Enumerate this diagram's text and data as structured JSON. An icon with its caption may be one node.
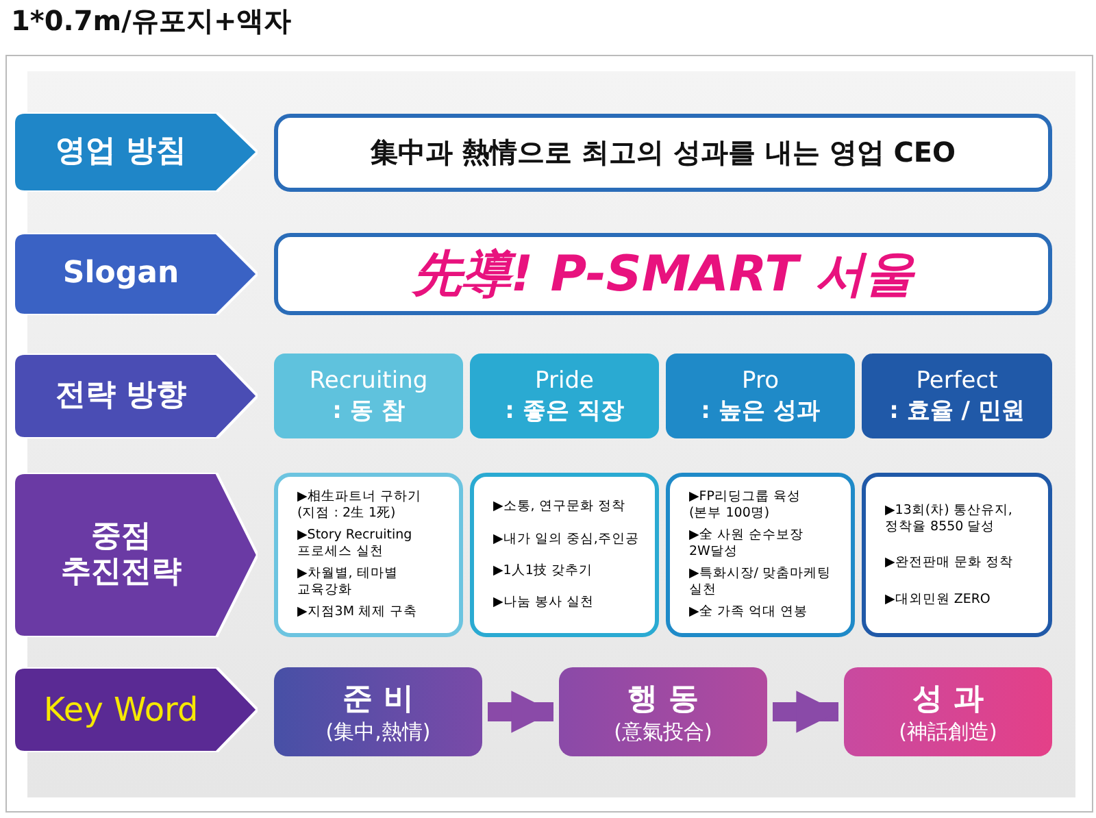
{
  "diagram": {
    "title": "1*0.7m/유포지+액자",
    "nodes": [
      {
        "text": [
          "영업 방침"
        ]
      },
      {
        "text": [
          "集中과 熱情으로 최고의 성과를 내는 영업 CEO"
        ]
      },
      {
        "text": [
          "Slogan"
        ]
      },
      {
        "text": [
          "先導! P-SMART 서울"
        ]
      },
      {
        "text": [
          "전략 방향"
        ]
      },
      {
        "text": [
          "Recruiting",
          ": 동 참"
        ]
      },
      {
        "text": [
          "Pride",
          ": 좋은 직장"
        ]
      },
      {
        "text": [
          "Pro",
          ": 높은 성과"
        ]
      },
      {
        "text": [
          "Perfect",
          ": 효율 / 민원"
        ]
      },
      {
        "text": [
          "중점 추진전략"
        ]
      },
      {
        "text": [
          "▶相生파트너 구하기 (지점 : 2生 1死)",
          "▶Story Recruiting 프로세스 실천",
          "▶차월별, 테마별 교육강화",
          "▶지점3M 체제 구축"
        ]
      },
      {
        "text": [
          "▶소통, 연구문화 정착",
          "▶내가 일의 중심,주인공",
          "▶1人1技 갖추기",
          "▶나눔 봉사 실천"
        ]
      },
      {
        "text": [
          "▶FP리딩그룹 육성 (본부 100명)",
          "▶全 사원 순수보장 2W달성",
          "▶특화시장/ 맞춤마케팅 실천",
          "▶全 가족 억대 연봉"
        ]
      },
      {
        "text": [
          "▶13회(차) 통산유지, 정착율 8550 달성",
          "▶완전판매 문화 정착",
          "▶대외민원 ZERO"
        ]
      },
      {
        "text": [
          "Key Word"
        ]
      },
      {
        "text": [
          "준 비",
          "(集中,熱情)"
        ]
      },
      {
        "text": [
          "행 동",
          "(意氣投合)"
        ]
      },
      {
        "text": [
          "성 과",
          "(神話創造)"
        ]
      }
    ],
    "edges": [
      {
        "from": 15,
        "to": 16,
        "arrow": "to"
      },
      {
        "from": 16,
        "to": 17,
        "arrow": "to"
      }
    ]
  }
}
